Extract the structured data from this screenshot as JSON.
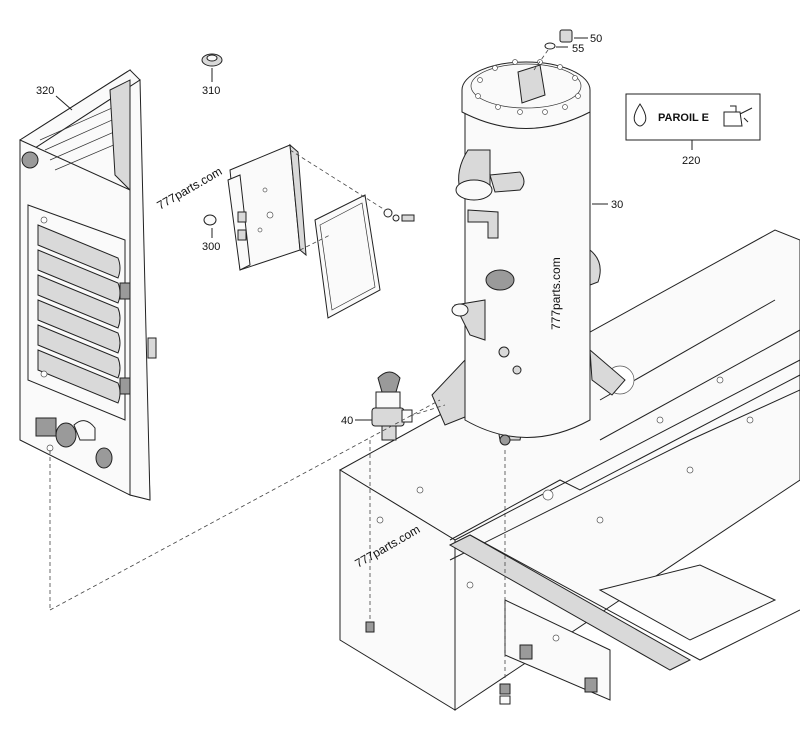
{
  "callouts": {
    "c320": "320",
    "c310": "310",
    "c300": "300",
    "c50": "50",
    "c55": "55",
    "c30": "30",
    "c40": "40",
    "c220": "220"
  },
  "lubricant": {
    "name": "PAROIL E"
  },
  "watermarks": {
    "w1": "777parts.com",
    "w2": "777parts.com",
    "w3": "777parts.com"
  }
}
